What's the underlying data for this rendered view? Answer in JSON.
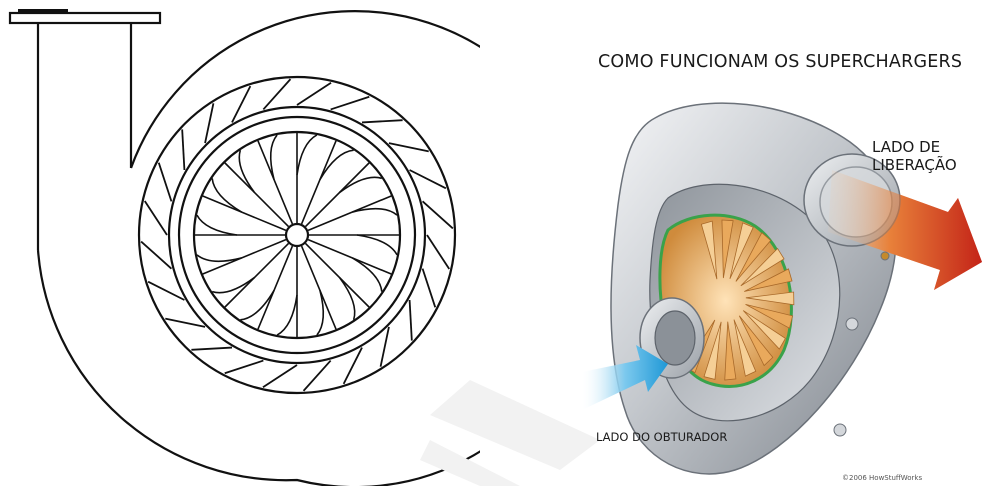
{
  "figure": {
    "title": "COMO FUNCIONAM OS SUPERCHARGERS",
    "discharge_label_line1": "LADO DE",
    "discharge_label_line2": "LIBERAÇÃO",
    "intake_label": "LADO DO OBTURADOR",
    "copyright": "©2006 HowStuffWorks"
  },
  "colors": {
    "line_art": "#111111",
    "intake_arrow": "#2aa8e0",
    "discharge_arrow": "#c8321e",
    "impeller": "#e3a35a",
    "housing": "#c9ccd1",
    "gasket": "#3aa24a"
  }
}
